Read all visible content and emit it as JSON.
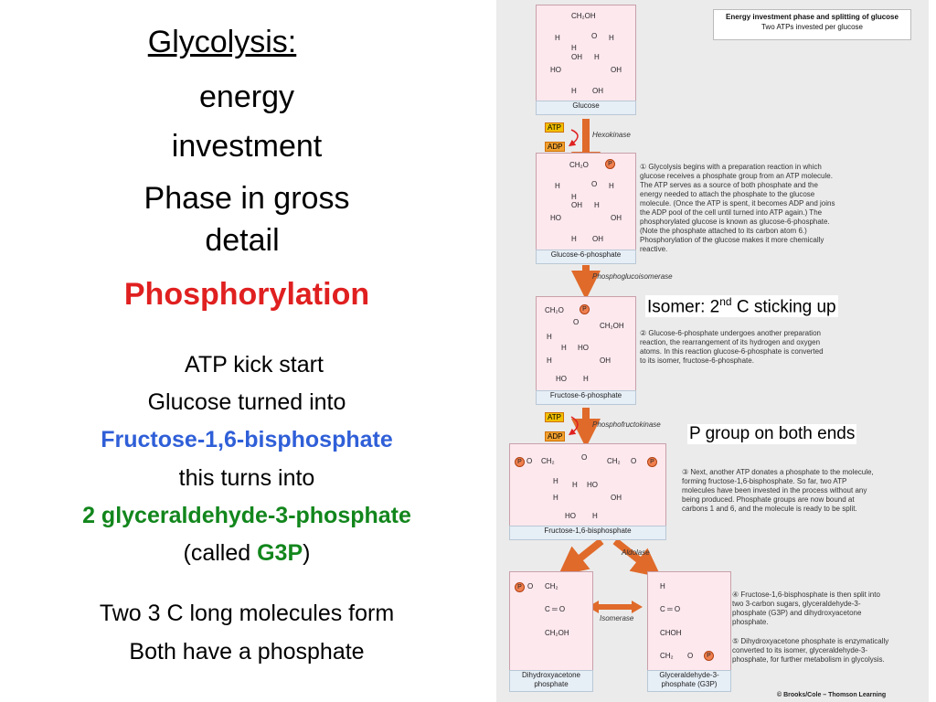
{
  "slide": {
    "title_line1": "Glycolysis:",
    "title_line2": "energy",
    "title_line3": "investment",
    "title_line4": "Phase in gross",
    "title_line5": "detail",
    "title_line6": "Phosphorylation",
    "line_atp": "ATP kick start",
    "line_glucose": "Glucose turned into",
    "line_fructose": "Fructose-1,6-bisphosphate",
    "line_turns": "this turns into",
    "line_g3p_full": "2 glyceraldehyde-3-phosphate",
    "line_called_pre": "(called ",
    "line_called_g3p": "G3P",
    "line_called_post": ")",
    "line_two": "Two 3 C long molecules form",
    "line_both": "Both have a phosphate",
    "callout_isomer_pre": "Isomer: 2",
    "callout_isomer_sup": "nd",
    "callout_isomer_post": " C sticking up",
    "callout_pgroup": "P group on both ends"
  },
  "figure": {
    "header_title": "Energy investment phase and splitting of glucose",
    "header_sub": "Two ATPs invested per glucose",
    "captions": {
      "glucose": "Glucose",
      "g6p": "Glucose-6-phosphate",
      "f6p": "Fructose-6-phosphate",
      "f16bp": "Fructose-1,6-bisphosphate",
      "dhap": "Dihydroxyacetone phosphate",
      "g3p": "Glyceraldehyde-3-phosphate (G3P)"
    },
    "enzymes": {
      "hexokinase": "Hexokinase",
      "pgi": "Phosphoglucoisomerase",
      "pfk": "Phosphofructokinase",
      "aldolase": "Aldolase",
      "isomerase": "Isomerase"
    },
    "atp": "ATP",
    "adp": "ADP",
    "p": "P",
    "steps": {
      "s1": "① Glycolysis begins with a preparation reaction in which\n    glucose receives a phosphate group from an ATP molecule.\n    The ATP serves as a source of both phosphate and the\n    energy needed to attach the phosphate to the glucose\n    molecule. (Once the ATP is spent, it becomes ADP and joins\n    the ADP pool of the cell until turned into ATP again.) The\n    phosphorylated glucose is known as glucose-6-phosphate.\n    (Note the phosphate attached to its carbon atom 6.)\n    Phosphorylation of the glucose makes it more chemically\n    reactive.",
      "s2": "② Glucose-6-phosphate undergoes another preparation\n    reaction, the rearrangement of its hydrogen and oxygen\n    atoms. In this reaction glucose-6-phosphate is converted\n    to its isomer, fructose-6-phosphate.",
      "s3": "③ Next, another ATP donates a phosphate to the molecule,\n    forming fructose-1,6-bisphosphate. So far, two ATP\n    molecules have been invested in the process without any\n    being produced. Phosphate groups are now bound at\n    carbons 1 and 6, and the molecule is ready to be split.",
      "s4": "④ Fructose-1,6-bisphosphate is then split into\n    two 3-carbon sugars, glyceraldehyde-3-\n    phosphate (G3P) and dihydroxyacetone\n    phosphate.",
      "s5": "⑤ Dihydroxyacetone phosphate is enzymatically\n    converted to its isomer, glyceraldehyde-3-\n    phosphate, for further metabolism in glycolysis."
    },
    "mol": {
      "ch2oh": "CH₂OH",
      "ch2o": "CH₂O",
      "ch2": "CH₂",
      "o": "O",
      "h": "H",
      "oh": "OH",
      "ho": "HO",
      "co": "C ═ O",
      "choh": "CHOH",
      "c": "C",
      "dash": "—"
    },
    "credit": "© Brooks/Cole – Thomson Learning"
  },
  "colors": {
    "red": "#e02020",
    "blue": "#2f5fd8",
    "green": "#12861c",
    "arrow": "#e06a2a"
  }
}
